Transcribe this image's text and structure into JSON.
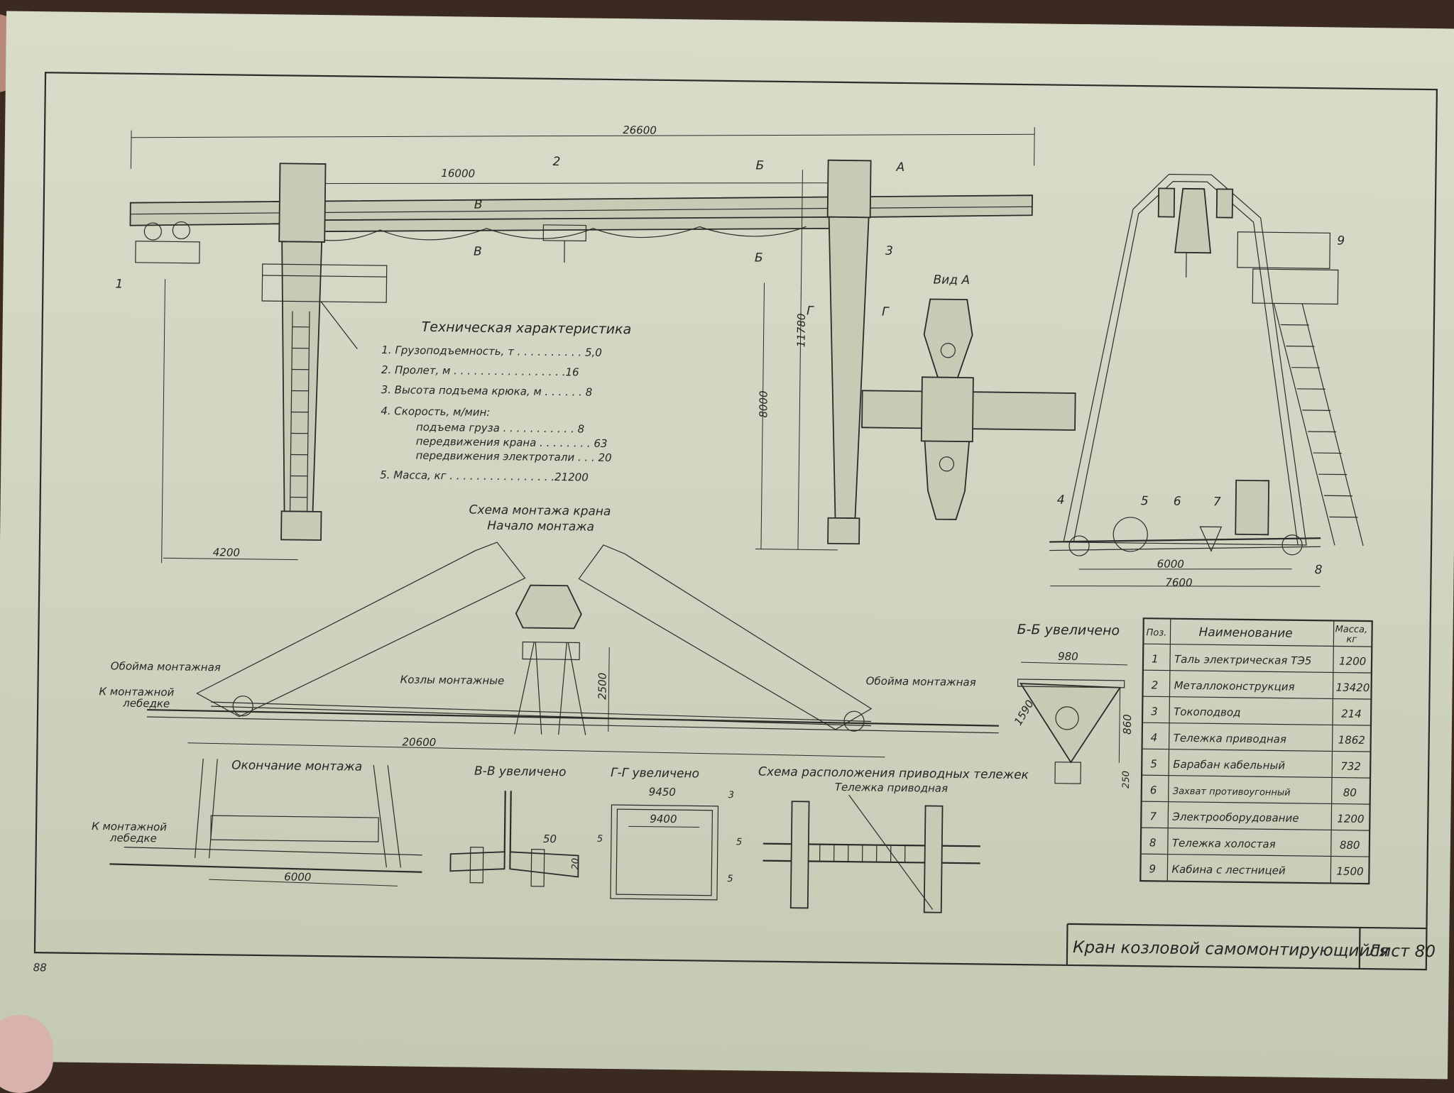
{
  "dimensions": {
    "overall_length": "26600",
    "span": "16000",
    "height": "11780",
    "hook_height": "8000",
    "overhang": "4200",
    "base_inner": "6000",
    "base_outer": "7600",
    "mount_length": "20600",
    "trestle_height": "2500",
    "end_mount_length": "6000",
    "bb_width": "980",
    "bb_depth": "860",
    "bb_diag": "1590",
    "bb_flange": "250",
    "gg_outer": "9450",
    "gg_inner": "9400",
    "gg_t1": "3",
    "gg_t2": "5",
    "gg_t3": "5",
    "gg_t4": "5",
    "vv_a": "50",
    "vv_b": "20"
  },
  "callouts": {
    "p1": "1",
    "p2": "2",
    "p3": "3",
    "p4": "4",
    "p5": "5",
    "p6": "6",
    "p7": "7",
    "p8": "8",
    "p9": "9"
  },
  "section_marks": {
    "A": "А",
    "B": "Б",
    "V": "В",
    "G": "Г"
  },
  "views": {
    "view_a": "Вид А",
    "bb": "Б-Б увеличено",
    "vv": "В-В увеличено",
    "gg": "Г-Г увеличено",
    "mount_scheme_1": "Схема монтажа крана",
    "mount_scheme_2": "Начало монтажа",
    "end_mount": "Окончание монтажа",
    "bogie_scheme": "Схема расположения приводных тележек",
    "bogie_label": "Тележка приводная",
    "clip_left": "Обойма монтажная",
    "clip_right": "Обойма монтажная",
    "trestle": "Козлы монтажные",
    "to_winch_1": "К монтажной",
    "to_winch_2": "лебедке",
    "to_winch_3": "К монтажной",
    "to_winch_4": "лебедке"
  },
  "tech": {
    "title": "Техническая характеристика",
    "l1": "1. Грузоподъемность, т . . . . . . . . . . 5,0",
    "l2": "2. Пролет, м . . . . . . . . . . . . . . . . .16",
    "l3": "3. Высота подъема крюка, м . . . . . . 8",
    "l4": "4. Скорость, м/мин:",
    "l5": "подъема груза . . . . . . . . . . . 8",
    "l6": "передвижения крана . . . . . . . . 63",
    "l7": "передвижения электротали . . . 20",
    "l8": "5. Масса, кг . . . . . . . . . . . . . . . .21200"
  },
  "table": {
    "h_pos": "Поз.",
    "h_name": "Наименование",
    "h_mass_1": "Масса,",
    "h_mass_2": "кг",
    "rows": [
      {
        "pos": "1",
        "name": "Таль электрическая ТЭ5",
        "mass": "1200"
      },
      {
        "pos": "2",
        "name": "Металлоконструкция",
        "mass": "13420"
      },
      {
        "pos": "3",
        "name": "Токоподвод",
        "mass": "214"
      },
      {
        "pos": "4",
        "name": "Тележка приводная",
        "mass": "1862"
      },
      {
        "pos": "5",
        "name": "Барабан кабельный",
        "mass": "732"
      },
      {
        "pos": "6",
        "name": "Захват противоугонный",
        "mass": "80"
      },
      {
        "pos": "7",
        "name": "Электрооборудование",
        "mass": "1200"
      },
      {
        "pos": "8",
        "name": "Тележка холостая",
        "mass": "880"
      },
      {
        "pos": "9",
        "name": "Кабина с лестницей",
        "mass": "1500"
      }
    ]
  },
  "title_block": {
    "title": "Кран козловой самомонтирующийся",
    "sheet": "Лист 80"
  },
  "page_number": "88"
}
